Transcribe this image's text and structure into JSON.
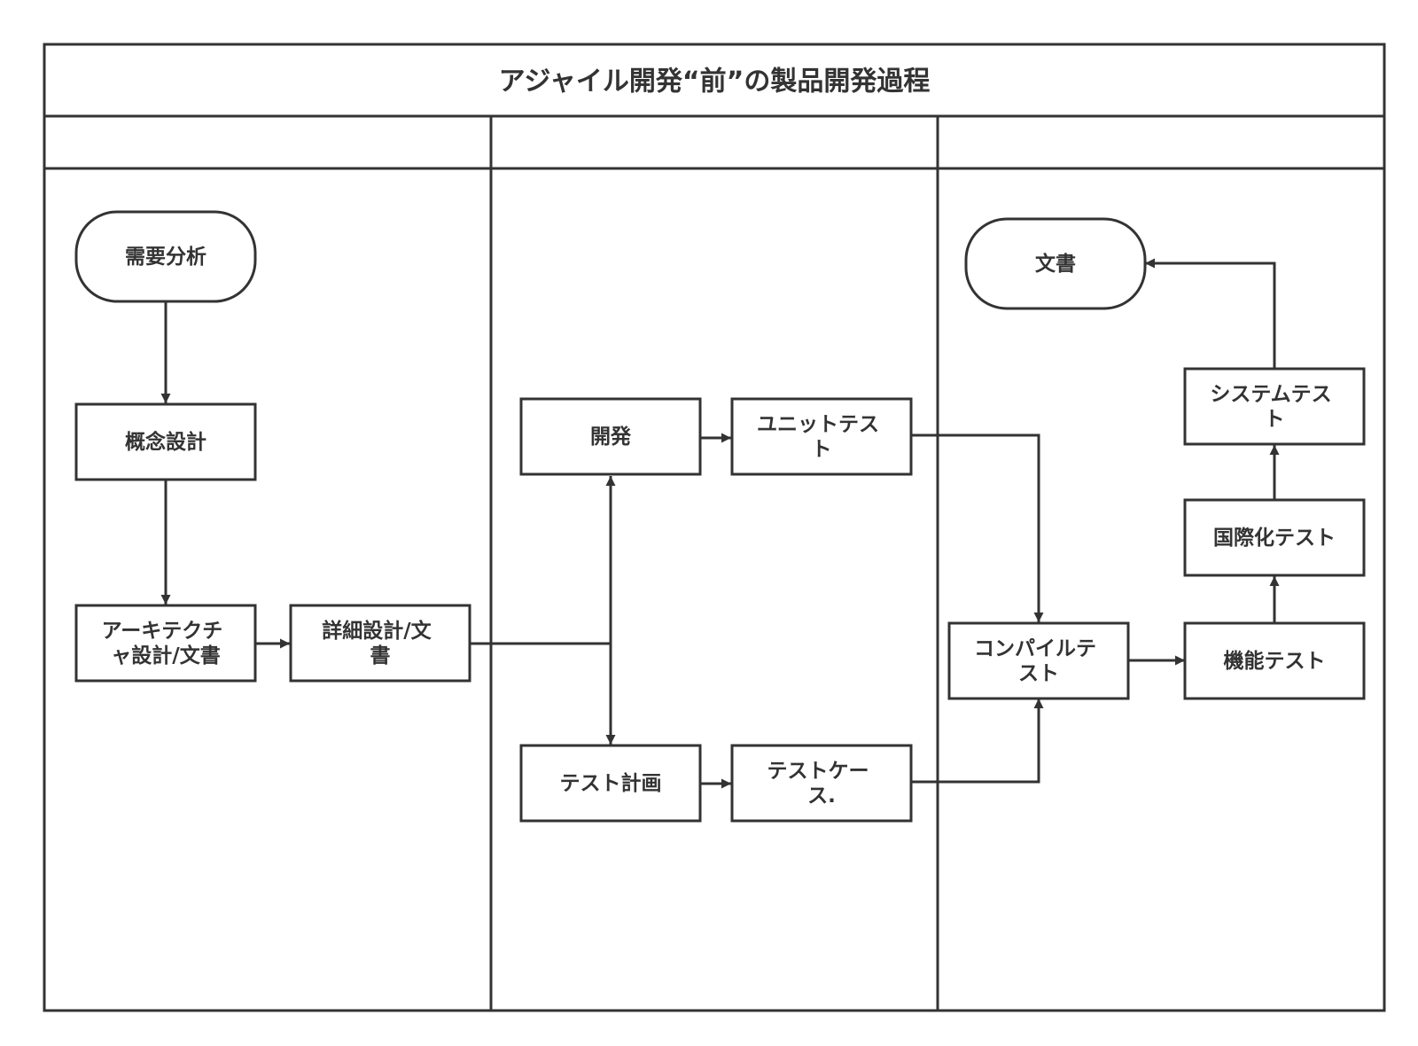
{
  "title": "アジャイル開発“前”の製品開発過程",
  "lanes": [
    {
      "header": ""
    },
    {
      "header": ""
    },
    {
      "header": ""
    }
  ],
  "colors": {
    "line": "#333333",
    "fill": "#ffffff",
    "background": "#ffffff"
  },
  "nodes": {
    "requirements": {
      "type": "terminal",
      "lines": [
        "需要分析"
      ]
    },
    "concept_design": {
      "type": "process",
      "lines": [
        "概念設計"
      ]
    },
    "architecture_design": {
      "type": "process",
      "lines": [
        "アーキテクチ",
        "ャ設計/文書"
      ]
    },
    "detailed_design": {
      "type": "process",
      "lines": [
        "詳細設計/文",
        "書"
      ]
    },
    "development": {
      "type": "process",
      "lines": [
        "開発"
      ]
    },
    "unit_test": {
      "type": "process",
      "lines": [
        "ユニットテス",
        "ト"
      ]
    },
    "test_plan": {
      "type": "process",
      "lines": [
        "テスト計画"
      ]
    },
    "test_case": {
      "type": "process",
      "lines": [
        "テストケー",
        "ス."
      ]
    },
    "compile_test": {
      "type": "process",
      "lines": [
        "コンパイルテ",
        "スト"
      ]
    },
    "functional_test": {
      "type": "process",
      "lines": [
        "機能テスト"
      ]
    },
    "i18n_test": {
      "type": "process",
      "lines": [
        "国際化テスト"
      ]
    },
    "system_test": {
      "type": "process",
      "lines": [
        "システムテス",
        "ト"
      ]
    },
    "documentation": {
      "type": "terminal",
      "lines": [
        "文書"
      ]
    }
  },
  "edges": [
    {
      "from": "requirements",
      "to": "concept_design"
    },
    {
      "from": "concept_design",
      "to": "architecture_design"
    },
    {
      "from": "architecture_design",
      "to": "detailed_design"
    },
    {
      "from": "detailed_design",
      "to": "development"
    },
    {
      "from": "detailed_design",
      "to": "test_plan"
    },
    {
      "from": "development",
      "to": "unit_test"
    },
    {
      "from": "test_plan",
      "to": "test_case"
    },
    {
      "from": "unit_test",
      "to": "compile_test"
    },
    {
      "from": "test_case",
      "to": "compile_test"
    },
    {
      "from": "compile_test",
      "to": "functional_test"
    },
    {
      "from": "functional_test",
      "to": "i18n_test"
    },
    {
      "from": "i18n_test",
      "to": "system_test"
    },
    {
      "from": "system_test",
      "to": "documentation"
    }
  ]
}
